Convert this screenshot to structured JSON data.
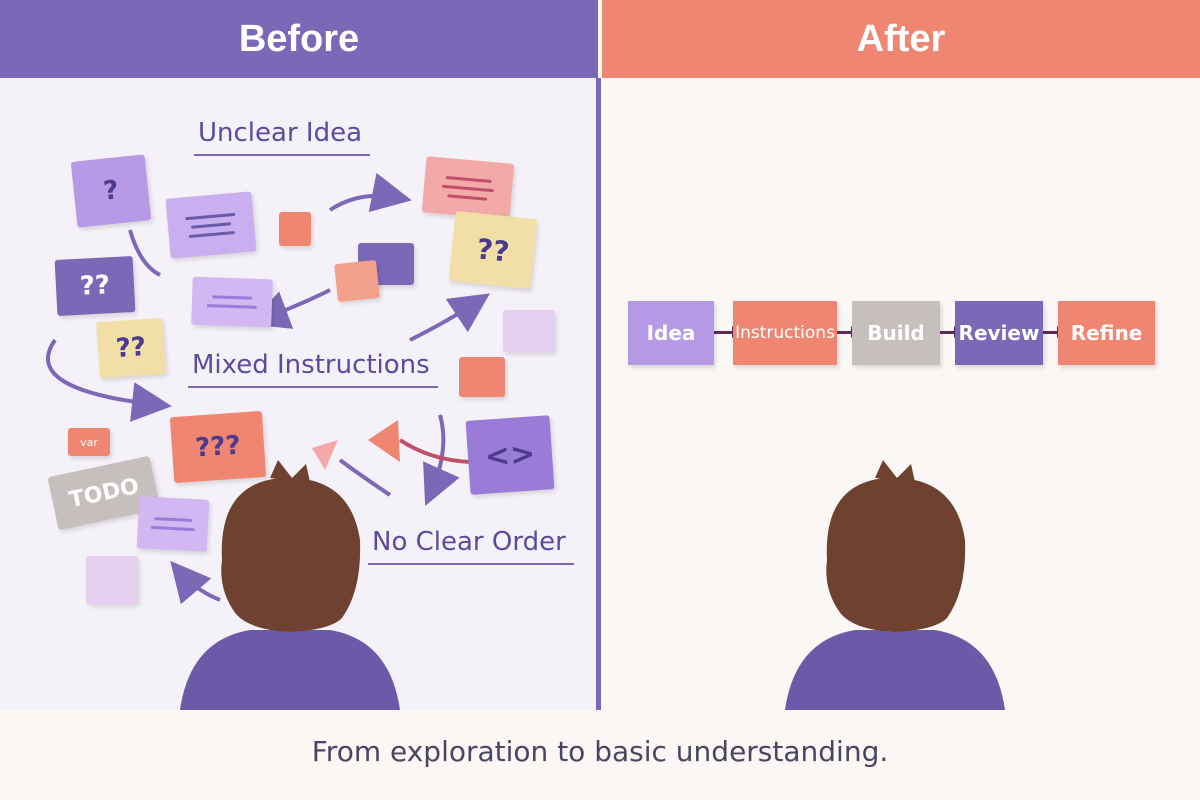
{
  "headers": {
    "before": "Before",
    "after": "After"
  },
  "before_panel": {
    "labels": {
      "unclear_idea": "Unclear Idea",
      "mixed_instructions": "Mixed Instructions",
      "no_clear_order": "No Clear Order"
    },
    "notes": {
      "q1": "?",
      "q2": "??",
      "q3": "??",
      "q4": "??",
      "q5": "???",
      "var": "var",
      "todo": "TODO",
      "code": "<>"
    }
  },
  "after_panel": {
    "flow": [
      "Idea",
      "Instructions",
      "Build",
      "Review",
      "Refine"
    ]
  },
  "caption": "From exploration to basic understanding.",
  "colors": {
    "purple": "#7b69b8",
    "coral": "#ee8672",
    "lavender": "#b79ae6",
    "pale_yellow": "#f2dfa8",
    "pink": "#f3a9a8",
    "gray": "#c6bfbd",
    "person_shirt": "#6a5aa8",
    "person_hair": "#6e4130"
  }
}
